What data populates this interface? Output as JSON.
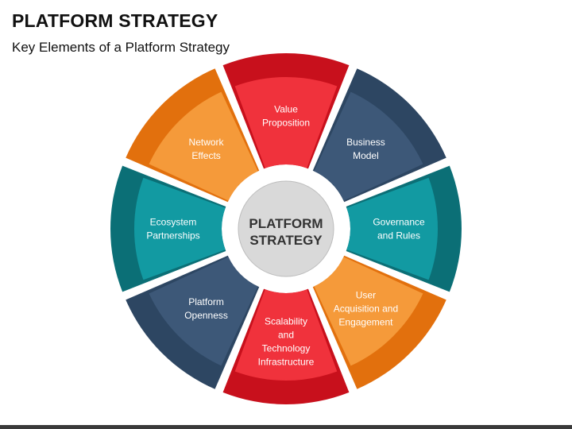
{
  "header": {
    "title": "PLATFORM STRATEGY",
    "subtitle": "Key Elements of a Platform Strategy"
  },
  "center": {
    "line1": "PLATFORM",
    "line2": "STRATEGY"
  },
  "segments": [
    {
      "name": "segment-value-proposition",
      "lines": [
        "Value",
        "Proposition"
      ],
      "outer": "#c8101c",
      "inner": "#f0323c"
    },
    {
      "name": "segment-business-model",
      "lines": [
        "Business",
        "Model"
      ],
      "outer": "#2d4662",
      "inner": "#3d5878"
    },
    {
      "name": "segment-governance-and-rules",
      "lines": [
        "Governance",
        "and Rules"
      ],
      "outer": "#0b6f76",
      "inner": "#129aa2"
    },
    {
      "name": "segment-user-acquisition-and-engagement",
      "lines": [
        "User",
        "Acquisition and",
        "Engagement"
      ],
      "outer": "#e2700d",
      "inner": "#f59a3a"
    },
    {
      "name": "segment-scalability-and-technology-infrastructure",
      "lines": [
        "Scalability",
        "and",
        "Technology",
        "Infrastructure"
      ],
      "outer": "#c8101c",
      "inner": "#f0323c"
    },
    {
      "name": "segment-platform-openness",
      "lines": [
        "Platform",
        "Openness"
      ],
      "outer": "#2d4662",
      "inner": "#3d5878"
    },
    {
      "name": "segment-ecosystem-partnerships",
      "lines": [
        "Ecosystem",
        "Partnerships"
      ],
      "outer": "#0b6f76",
      "inner": "#129aa2"
    },
    {
      "name": "segment-network-effects",
      "lines": [
        "Network",
        "Effects"
      ],
      "outer": "#e2700d",
      "inner": "#f59a3a"
    }
  ],
  "colors": {
    "center_fill": "#d9d9d9",
    "center_text": "#333333",
    "label_text": "#ffffff"
  }
}
